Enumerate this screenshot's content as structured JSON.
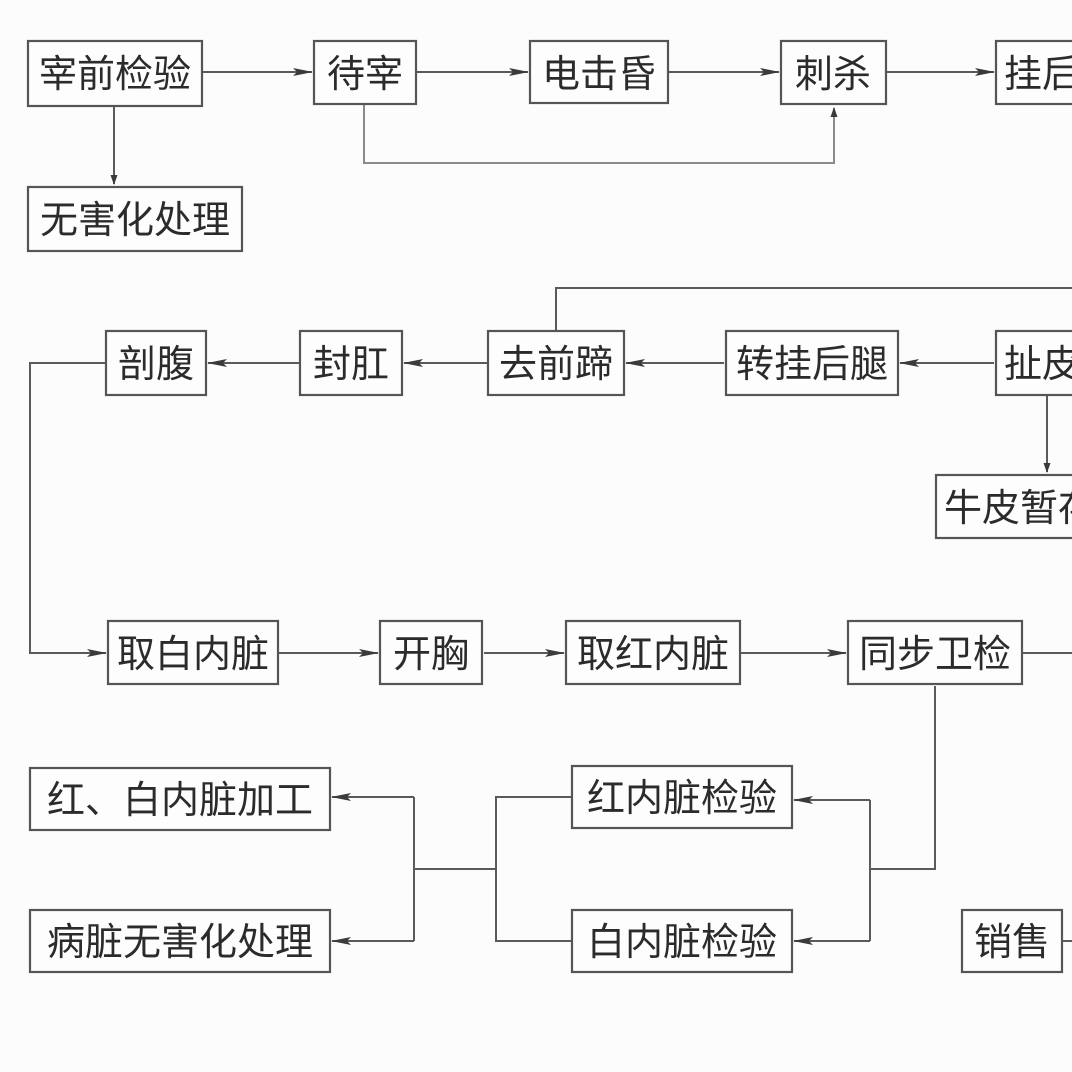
{
  "diagram": {
    "colors": {
      "line": "#5a5a5a",
      "box_border": "#555555",
      "text": "#2b2b2b",
      "background": "#fcfcfc"
    },
    "nodes": {
      "pre_slaughter_inspection": "宰前检验",
      "waiting_slaughter": "待宰",
      "electric_stunning": "电击昏",
      "sticking": "刺杀",
      "hang_rear": "挂后",
      "harmless_treatment": "无害化处理",
      "pull_hide": "扯皮",
      "transfer_hang_rear_leg": "转挂后腿",
      "remove_front_hooves": "去前蹄",
      "seal_anus": "封肛",
      "open_abdomen": "剖腹",
      "cowhide_temp": "牛皮暂存",
      "take_white_offal": "取白内脏",
      "open_chest": "开胸",
      "take_red_offal": "取红内脏",
      "sync_inspection": "同步卫检",
      "red_white_offal_processing": "红、白内脏加工",
      "red_offal_inspection": "红内脏检验",
      "diseased_offal_harmless": "病脏无害化处理",
      "white_offal_inspection": "白内脏检验",
      "sales": "销售"
    }
  }
}
